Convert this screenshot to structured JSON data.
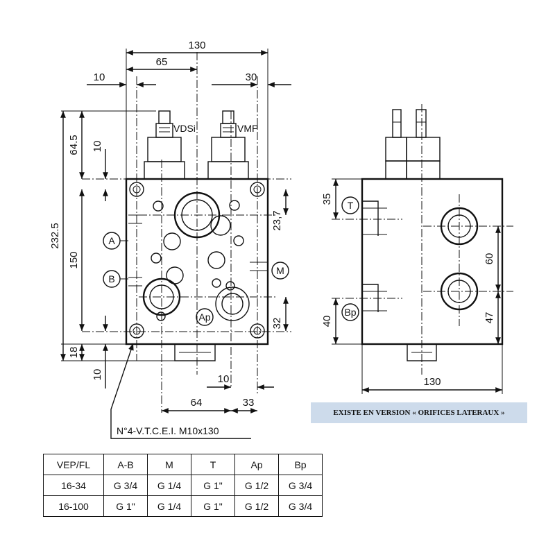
{
  "dimensions": {
    "overall_width": "130",
    "half_width": "65",
    "left_offset": "10",
    "right_offset": "30",
    "total_height": "232.5",
    "top_height": "64.5",
    "top_small": "10",
    "body_height": "150",
    "bottom_height": "18",
    "bottom_small": "10",
    "dim_23_7": "23,7",
    "dim_32": "32",
    "dim_10_bottom": "10",
    "dim_64": "64",
    "dim_33": "33"
  },
  "valve_labels": {
    "vdsi": "VDSi",
    "vmp": "VMP"
  },
  "port_labels": {
    "a": "A",
    "b": "B",
    "m": "M",
    "ap": "Ap",
    "t": "T",
    "bp": "Bp"
  },
  "side_view": {
    "dim_35": "35",
    "dim_60": "60",
    "dim_40": "40",
    "dim_47": "47",
    "dim_130": "130"
  },
  "bolt_note": "N°4-V.T.C.E.I. M10x130",
  "banner_text": "EXISTE EN VERSION « ORIFICES LATERAUX »",
  "table": {
    "headers": [
      "VEP/FL",
      "A-B",
      "M",
      "T",
      "Ap",
      "Bp"
    ],
    "rows": [
      [
        "16-34",
        "G 3/4",
        "G 1/4",
        "G 1\"",
        "G 1/2",
        "G 3/4"
      ],
      [
        "16-100",
        "G 1\"",
        "G 1/4",
        "G 1\"",
        "G 1/2",
        "G 3/4"
      ]
    ]
  }
}
